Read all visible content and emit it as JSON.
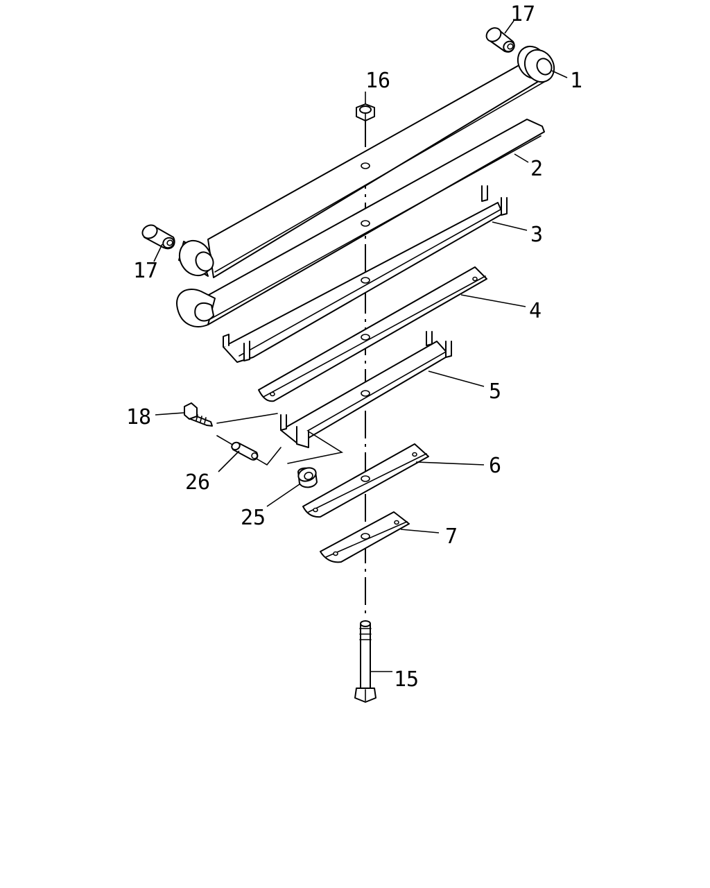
{
  "diagram": {
    "callouts": {
      "c1": "1",
      "c2": "2",
      "c3": "3",
      "c4": "4",
      "c5": "5",
      "c6": "6",
      "c7": "7",
      "c15": "15",
      "c16": "16",
      "c17a": "17",
      "c17b": "17",
      "c18": "18",
      "c25": "25",
      "c26": "26"
    },
    "colors": {
      "line": "#000000",
      "background": "#ffffff"
    }
  }
}
